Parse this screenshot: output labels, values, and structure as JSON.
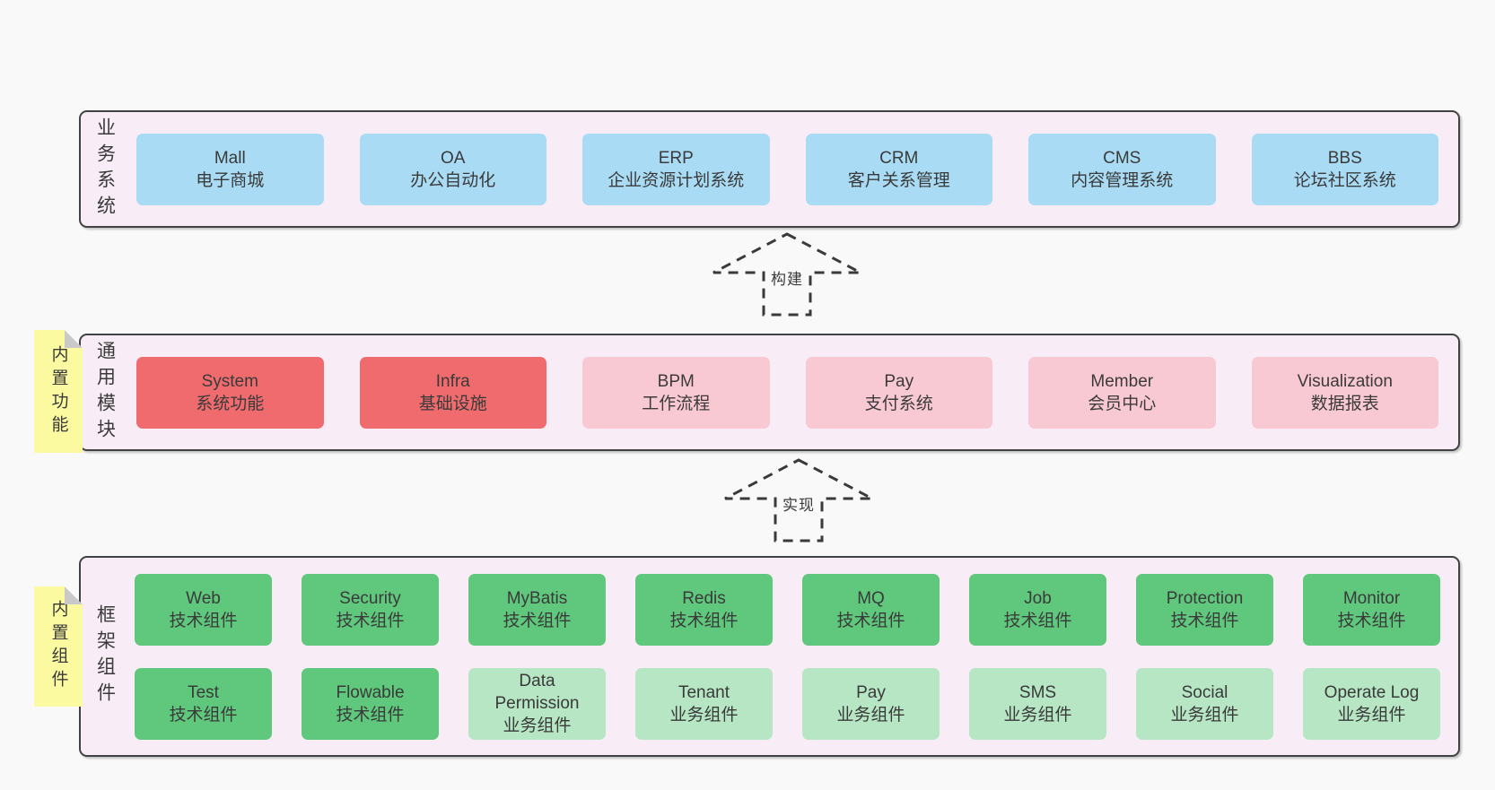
{
  "colors": {
    "page_bg": "#f9f9f9",
    "band_bg": "#f8edf6",
    "band_border": "#424242",
    "box_blue": "#a9dcf4",
    "box_red": "#ef6b6e",
    "box_pink": "#f9c9d3",
    "box_green_dark": "#5fc87c",
    "box_green_light": "#b6e6c3",
    "note_yellow": "#fbfaa1",
    "note_fold_gray": "#c9c9c9",
    "text": "#3a3a3a"
  },
  "arrows": [
    {
      "label": "构建",
      "direction": "up"
    },
    {
      "label": "实现",
      "direction": "up"
    }
  ],
  "layers": {
    "business": {
      "label": "业务系统",
      "boxes": [
        {
          "name": "Mall",
          "desc": "电子商城"
        },
        {
          "name": "OA",
          "desc": "办公自动化"
        },
        {
          "name": "ERP",
          "desc": "企业资源计划系统"
        },
        {
          "name": "CRM",
          "desc": "客户关系管理"
        },
        {
          "name": "CMS",
          "desc": "内容管理系统"
        },
        {
          "name": "BBS",
          "desc": "论坛社区系统"
        }
      ]
    },
    "modules": {
      "label": "通用模块",
      "note": "内置功能",
      "boxes": [
        {
          "name": "System",
          "desc": "系统功能",
          "variant": "red"
        },
        {
          "name": "Infra",
          "desc": "基础设施",
          "variant": "red"
        },
        {
          "name": "BPM",
          "desc": "工作流程",
          "variant": "pink"
        },
        {
          "name": "Pay",
          "desc": "支付系统",
          "variant": "pink"
        },
        {
          "name": "Member",
          "desc": "会员中心",
          "variant": "pink"
        },
        {
          "name": "Visualization",
          "desc": "数据报表",
          "variant": "pink"
        }
      ]
    },
    "framework": {
      "label": "框架组件",
      "note": "内置组件",
      "rows": [
        [
          {
            "name": "Web",
            "desc": "技术组件",
            "variant": "green-dark"
          },
          {
            "name": "Security",
            "desc": "技术组件",
            "variant": "green-dark"
          },
          {
            "name": "MyBatis",
            "desc": "技术组件",
            "variant": "green-dark"
          },
          {
            "name": "Redis",
            "desc": "技术组件",
            "variant": "green-dark"
          },
          {
            "name": "MQ",
            "desc": "技术组件",
            "variant": "green-dark"
          },
          {
            "name": "Job",
            "desc": "技术组件",
            "variant": "green-dark"
          },
          {
            "name": "Protection",
            "desc": "技术组件",
            "variant": "green-dark"
          },
          {
            "name": "Monitor",
            "desc": "技术组件",
            "variant": "green-dark"
          }
        ],
        [
          {
            "name": "Test",
            "desc": "技术组件",
            "variant": "green-dark"
          },
          {
            "name": "Flowable",
            "desc": "技术组件",
            "variant": "green-dark"
          },
          {
            "name": "Data Permission",
            "desc": "业务组件",
            "variant": "green-light"
          },
          {
            "name": "Tenant",
            "desc": "业务组件",
            "variant": "green-light"
          },
          {
            "name": "Pay",
            "desc": "业务组件",
            "variant": "green-light"
          },
          {
            "name": "SMS",
            "desc": "业务组件",
            "variant": "green-light"
          },
          {
            "name": "Social",
            "desc": "业务组件",
            "variant": "green-light"
          },
          {
            "name": "Operate Log",
            "desc": "业务组件",
            "variant": "green-light"
          }
        ]
      ]
    }
  }
}
